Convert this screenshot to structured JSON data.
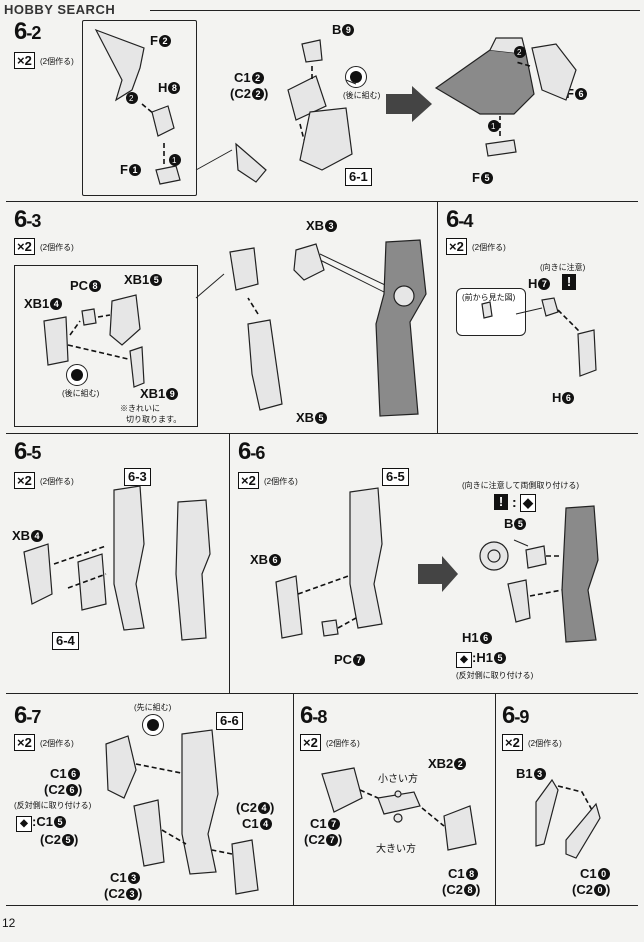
{
  "header": {
    "watermark": "HOBBY SEARCH"
  },
  "page_number": "12",
  "steps": [
    {
      "id": "6-2",
      "main": "6",
      "sub": "-2",
      "qty": "×2",
      "qty_note": "(2個作る)",
      "labels": {
        "f2": "F2",
        "b9": "B9",
        "h8": "H8",
        "c12": "C12",
        "c22": "(C22)",
        "f1": "F1",
        "f6": "F6",
        "f5": "F5",
        "ref": "6-1"
      },
      "notes": {
        "first": "(後に組む)"
      }
    },
    {
      "id": "6-3",
      "main": "6",
      "sub": "-3",
      "qty": "×2",
      "qty_note": "(2個作る)",
      "labels": {
        "xb3": "XB3",
        "pc8": "PC8",
        "xb15": "XB15",
        "xb14": "XB14",
        "xb19": "XB19",
        "xb5": "XB5"
      },
      "notes": {
        "later": "(後に組む)",
        "cut1": "※きれいに",
        "cut2": "切り取ります。"
      }
    },
    {
      "id": "6-4",
      "main": "6",
      "sub": "-4",
      "qty": "×2",
      "qty_note": "(2個作る)",
      "labels": {
        "h7": "H7",
        "h6": "H6"
      },
      "notes": {
        "orient": "(向きに注意)",
        "front": "(前から見た図)"
      }
    },
    {
      "id": "6-5",
      "main": "6",
      "sub": "-5",
      "qty": "×2",
      "qty_note": "(2個作る)",
      "labels": {
        "xb4": "XB4",
        "ref_a": "6-3",
        "ref_b": "6-4"
      }
    },
    {
      "id": "6-6",
      "main": "6",
      "sub": "-6",
      "qty": "×2",
      "qty_note": "(2個作る)",
      "labels": {
        "xb6": "XB6",
        "pc7": "PC7",
        "ref": "6-5",
        "b5": "B5",
        "h16": "H16",
        "h15": "H15"
      },
      "notes": {
        "orient": "(向きに注意して両側取り付ける)",
        "opposite": "(反対側に取り付ける)"
      }
    },
    {
      "id": "6-7",
      "main": "6",
      "sub": "-7",
      "qty": "×2",
      "qty_note": "(2個作る)",
      "labels": {
        "ref": "6-6",
        "c16": "C16",
        "c26": "(C26)",
        "c15": "C15",
        "c25": "(C25)",
        "c13": "C13",
        "c23": "(C23)",
        "c24": "(C24)",
        "c14": "C14"
      },
      "notes": {
        "first": "(先に組む)",
        "opposite": "(反対側に取り付ける)"
      }
    },
    {
      "id": "6-8",
      "main": "6",
      "sub": "-8",
      "qty": "×2",
      "qty_note": "(2個作る)",
      "labels": {
        "xb22": "XB22",
        "c17": "C17",
        "c27": "(C27)",
        "c18": "C18",
        "c28": "(C28)"
      },
      "notes": {
        "small": "小さい方",
        "large": "大きい方"
      }
    },
    {
      "id": "6-9",
      "main": "6",
      "sub": "-9",
      "qty": "×2",
      "qty_note": "(2個作る)",
      "labels": {
        "b13": "B13",
        "c10": "C10",
        "c20": "(C20)"
      }
    }
  ],
  "colors": {
    "ink": "#111111",
    "paper": "#f3f3f1",
    "part": "#e6e6e6",
    "shade": "#8a8a8a"
  }
}
